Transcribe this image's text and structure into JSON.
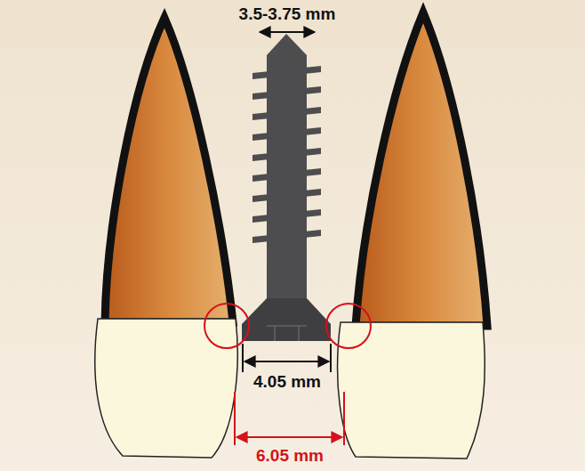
{
  "diagram": {
    "labels": [
      "3.5-3.75 mm",
      "4.05 mm",
      "6.05 mm"
    ]
  }
}
